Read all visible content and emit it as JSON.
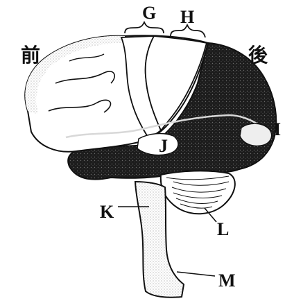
{
  "diagram": {
    "orientation": {
      "front": "前",
      "back": "後"
    },
    "labels": {
      "G": "G",
      "H": "H",
      "I": "I",
      "J": "J",
      "K": "K",
      "L": "L",
      "M": "M"
    },
    "colors": {
      "ink": "#111111",
      "paper": "#ffffff",
      "dark_lobe": "#1c1c1c",
      "stipple": "#c8c8c8"
    }
  }
}
